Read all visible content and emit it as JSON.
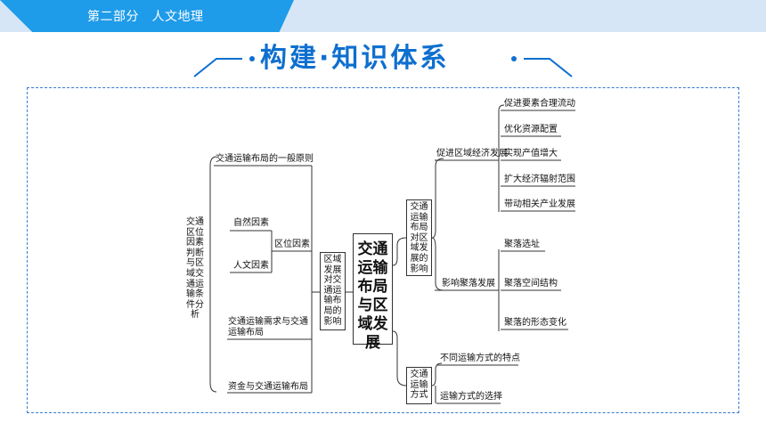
{
  "header": {
    "section": "第二部分　人文地理"
  },
  "title": "构建·知识体系",
  "left_title": "交通区位因素判断与区域交通运输条件分析",
  "left_items": {
    "principle": "交通运输布局的一般原则",
    "natural": "自然因素",
    "location": "区位因素",
    "human": "人文因素",
    "demand": "交通运输需求与交通运输布局",
    "capital": "资金与交通运输布局"
  },
  "mid_box": "区域发展对交通运输布局的影响",
  "center_box": "交通运输布局与区域发展",
  "impact_box": "交通运输布局对区域发展的影响",
  "mode_box": "交通运输方式",
  "economy": {
    "label": "促进区域经济发展",
    "items": [
      "促进要素合理流动",
      "优化资源配置",
      "实现产值增大",
      "扩大经济辐射范围",
      "带动相关产业发展"
    ]
  },
  "settlement": {
    "label": "影响聚落发展",
    "items": [
      "聚落选址",
      "聚落空间结构",
      "聚落的形态变化"
    ]
  },
  "modes": [
    "不同运输方式的特点",
    "运输方式的选择"
  ]
}
